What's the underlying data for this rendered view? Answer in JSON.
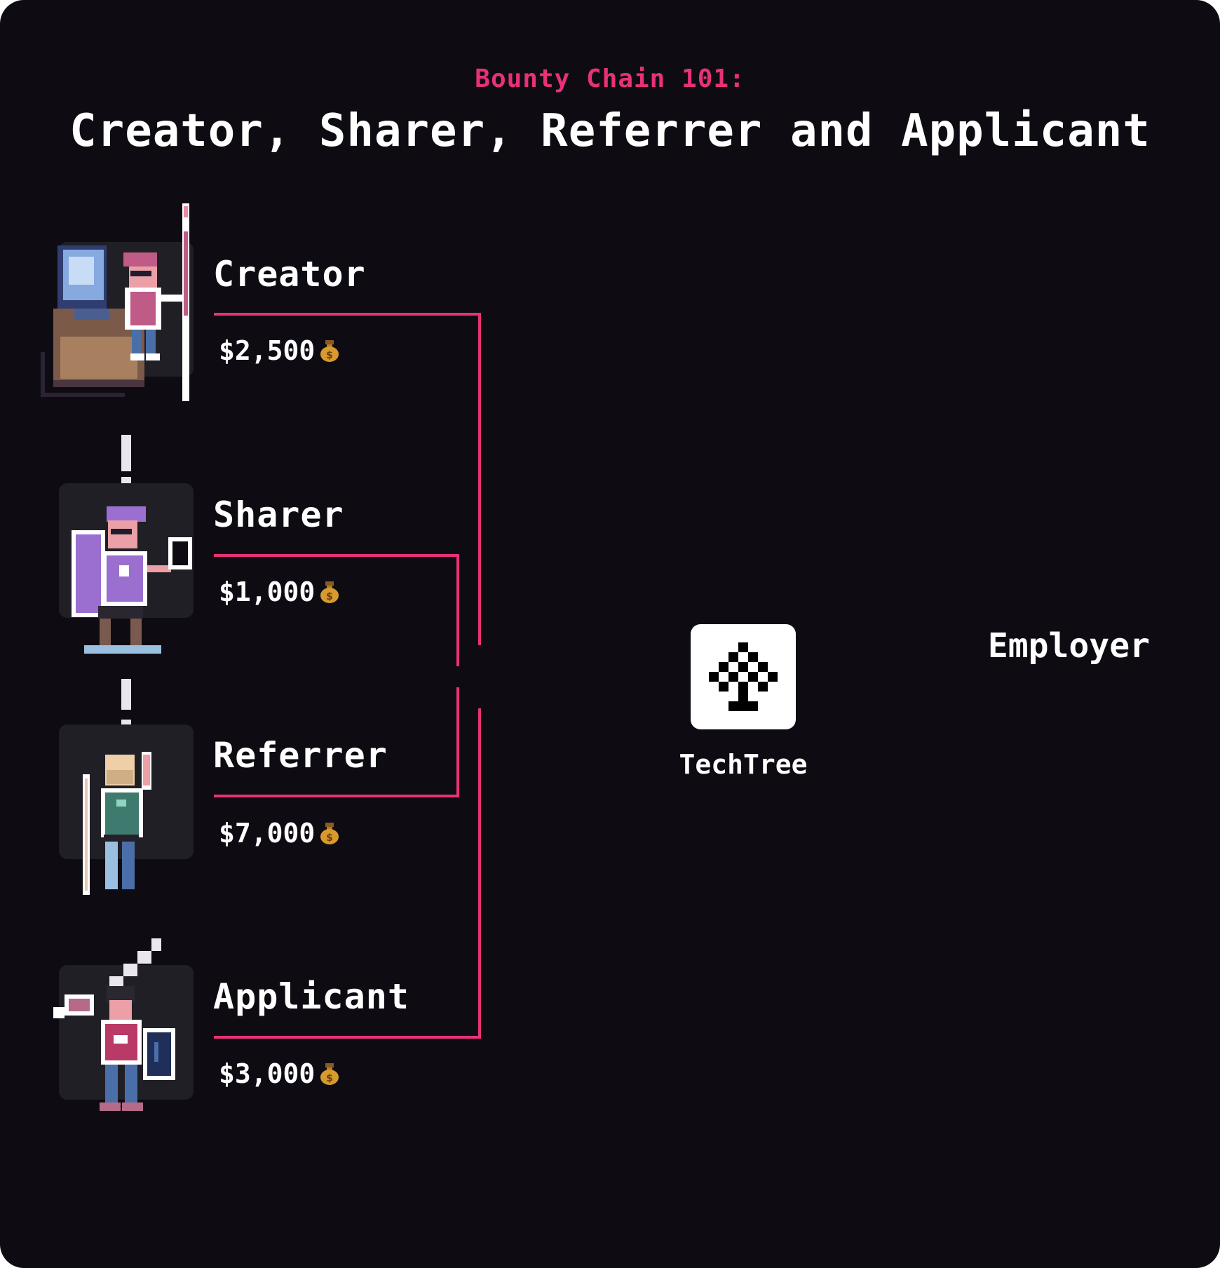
{
  "header": {
    "eyebrow": "Bounty Chain 101:",
    "title": "Creator, Sharer, Referrer and Applicant"
  },
  "roles": [
    {
      "name": "Creator",
      "reward": "$2,500",
      "reward_icon": "money-bag-icon"
    },
    {
      "name": "Sharer",
      "reward": "$1,000",
      "reward_icon": "money-bag-icon"
    },
    {
      "name": "Referrer",
      "reward": "$7,000",
      "reward_icon": "money-bag-icon"
    },
    {
      "name": "Applicant",
      "reward": "$3,000",
      "reward_icon": "money-bag-icon"
    }
  ],
  "hub": {
    "label": "TechTree",
    "icon": "pixel-tree-icon"
  },
  "target": {
    "label": "Employer"
  },
  "colors": {
    "background": "#0e0c12",
    "accent": "#e8317a",
    "tile": "#211f26",
    "text": "#ffffff"
  }
}
